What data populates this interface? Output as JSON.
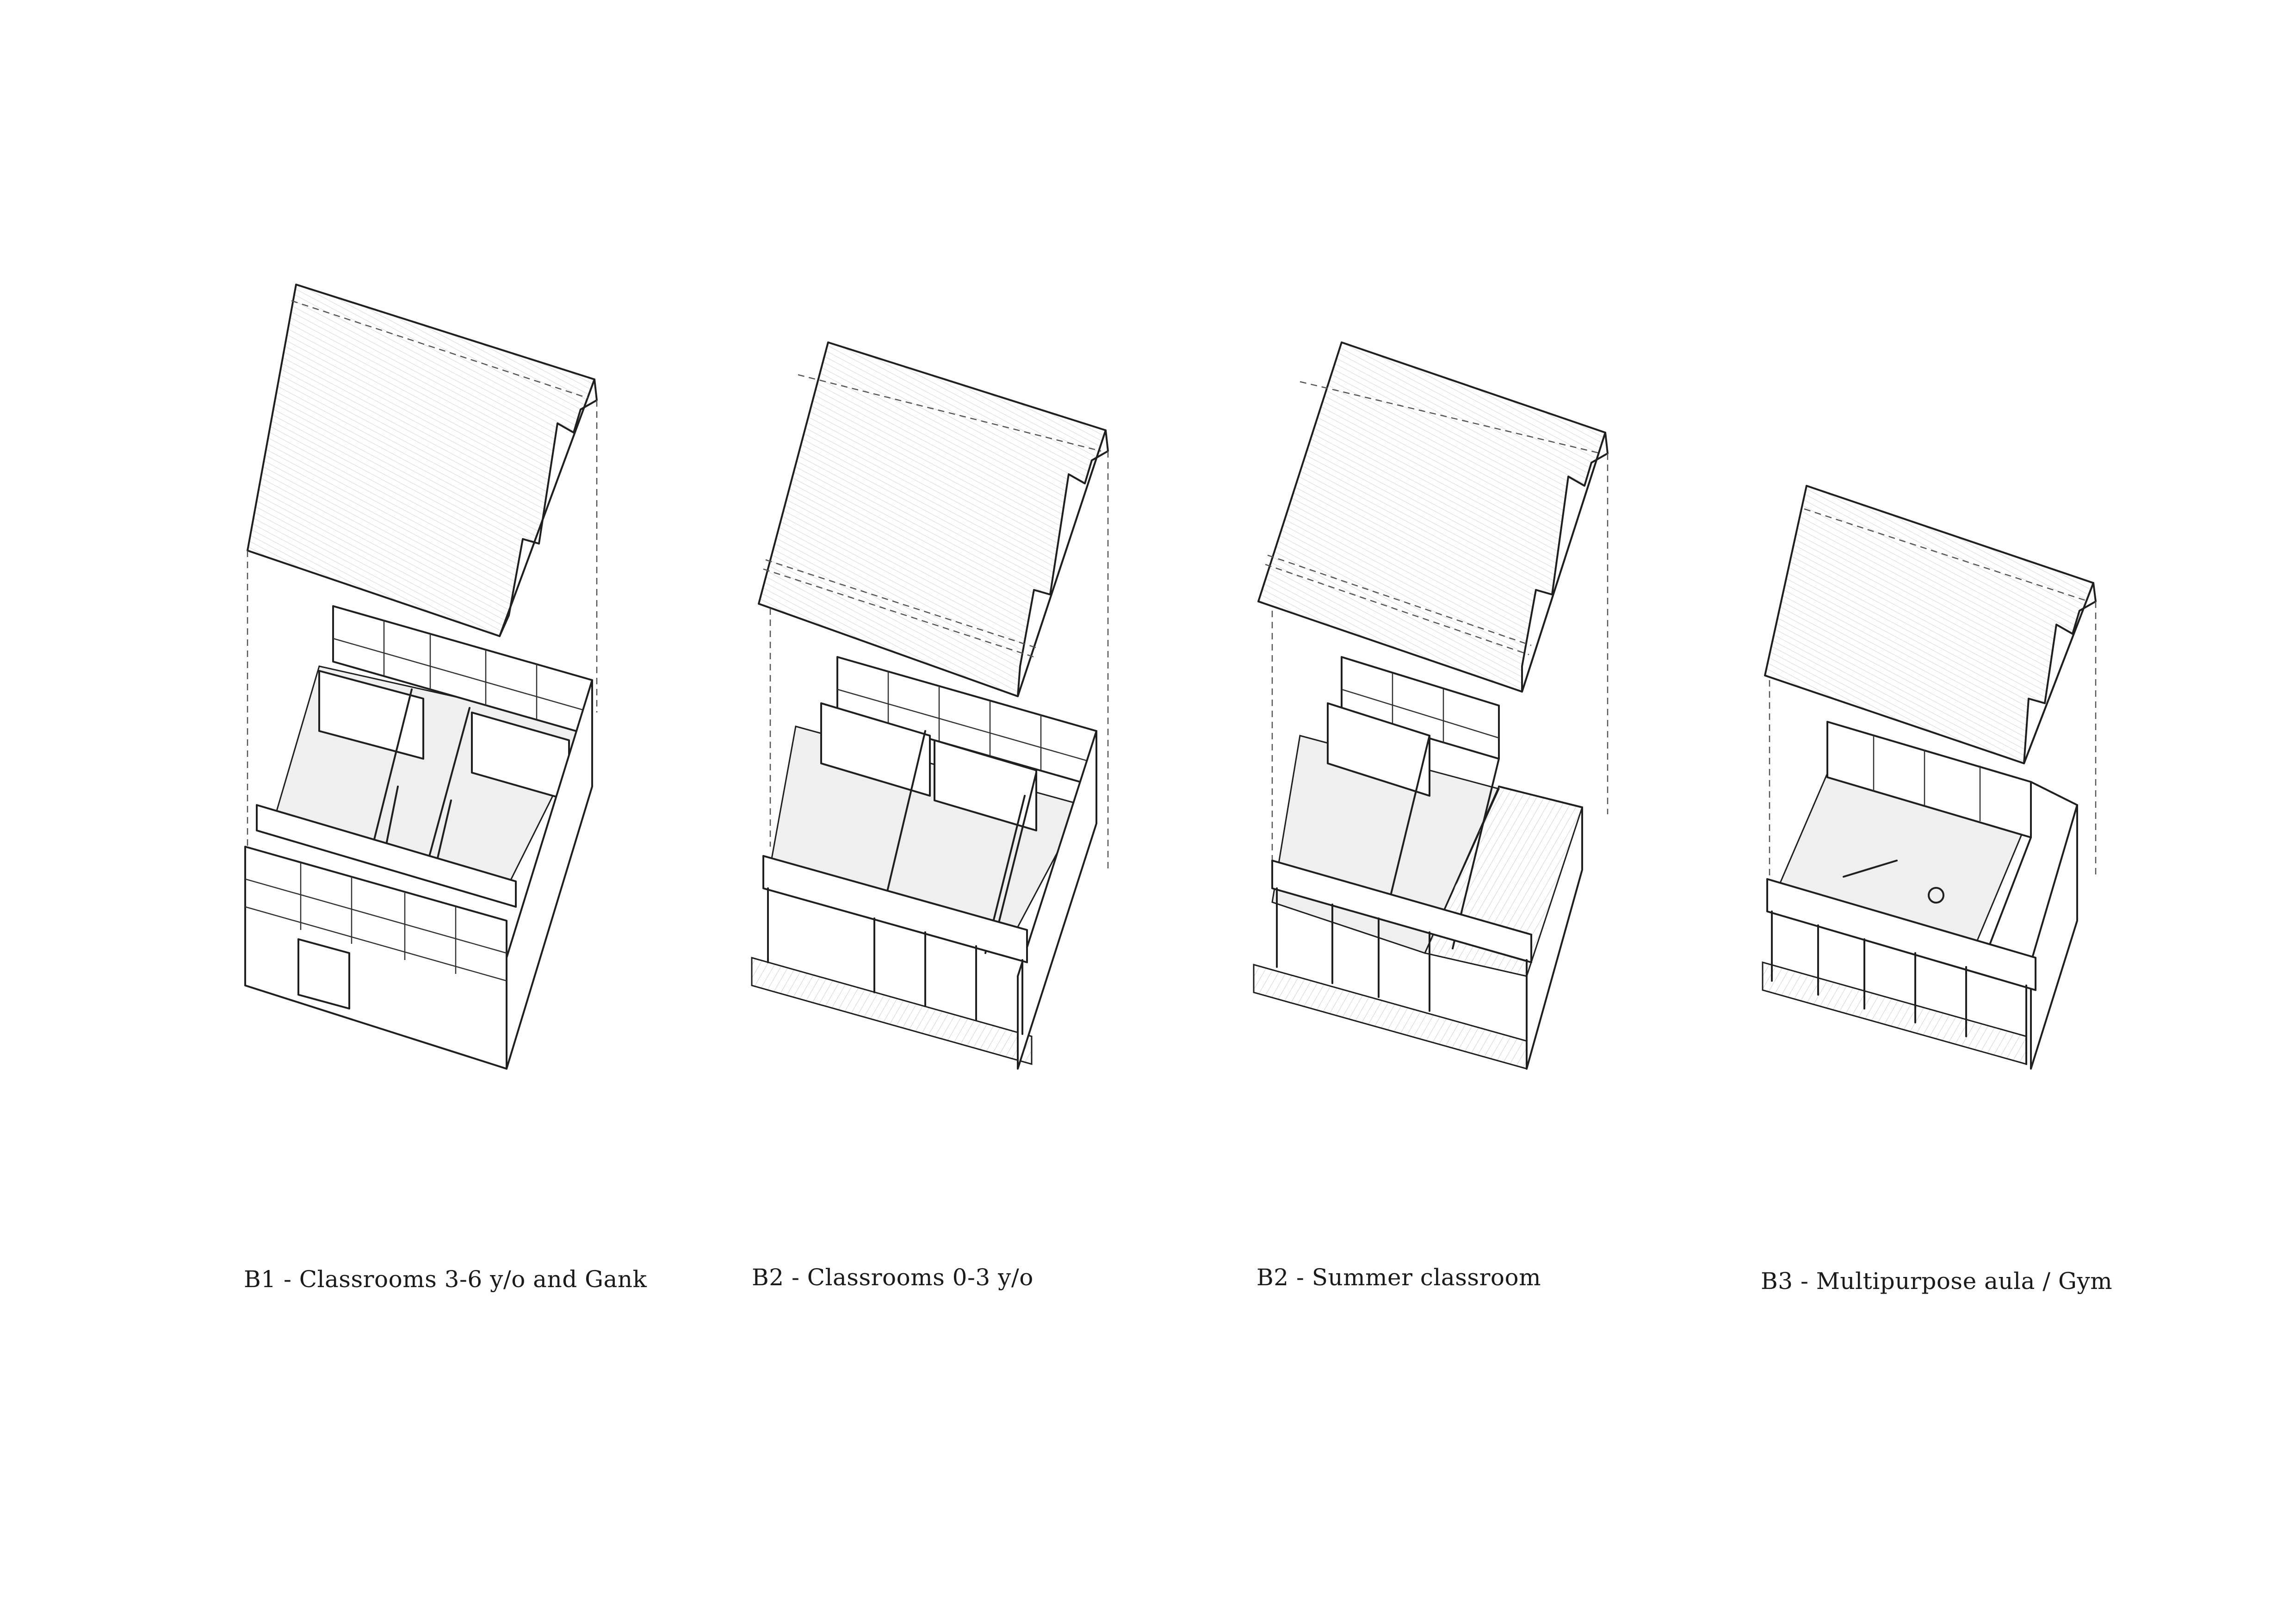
{
  "diagrams": [
    {
      "caption": "B1 - Classrooms 3-6 y/o and Gank",
      "icon": "exploded-axonometric-icon"
    },
    {
      "caption": "B2 - Classrooms 0-3 y/o",
      "icon": "exploded-axonometric-icon"
    },
    {
      "caption": "B2 - Summer classroom",
      "icon": "exploded-axonometric-icon"
    },
    {
      "caption": "B3 - Multipurpose aula / Gym",
      "icon": "exploded-axonometric-icon"
    }
  ],
  "colors": {
    "line": "#1f1f1f",
    "floor": "#efefef",
    "background": "#ffffff"
  }
}
